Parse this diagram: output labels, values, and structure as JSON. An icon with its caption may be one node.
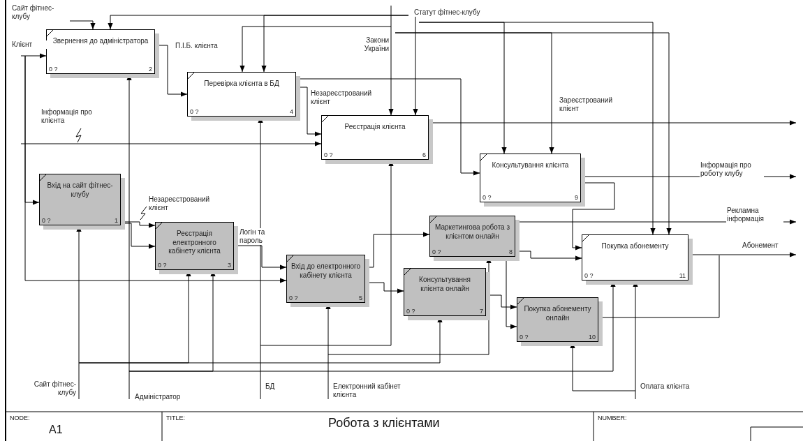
{
  "diagram": {
    "title": "Робота з клієнтами",
    "nodes": [
      {
        "text": [
          "Звернення до адміністратора",
          "0 ?",
          "2"
        ]
      },
      {
        "text": [
          "Перевірка клієнта в БД",
          "0 ?",
          "4"
        ]
      },
      {
        "text": [
          "Реєстрація клієнта",
          "0 ?",
          "6"
        ]
      },
      {
        "text": [
          "Вхід на сайт фітнес-клубу",
          "0 ?",
          "1"
        ]
      },
      {
        "text": [
          "Реєстрація електронного кабінету клієнта",
          "0 ?",
          "3"
        ]
      },
      {
        "text": [
          "Консультування клієнта",
          "0 ?",
          "9"
        ]
      },
      {
        "text": [
          "Маркетингова робота з клієнтом онлайн",
          "0 ?",
          "8"
        ]
      },
      {
        "text": [
          "Вхід до електронного кабінету клієнта",
          "0 ?",
          "5"
        ]
      },
      {
        "text": [
          "Консультування клієнта онлайн",
          "0 ?",
          "7"
        ]
      },
      {
        "text": [
          "Покупка абонементу",
          "0 ?",
          "11"
        ]
      },
      {
        "text": [
          "Покупка абонементу онлайн",
          "0 ?",
          "10"
        ]
      }
    ],
    "edges": [
      {
        "from": null,
        "to": 0,
        "arrow": "to",
        "label": "Клієнт"
      },
      {
        "from": null,
        "to": 3,
        "arrow": "to"
      },
      {
        "from": null,
        "to": 7,
        "arrow": "to"
      },
      {
        "from": null,
        "to": 0,
        "arrow": "to",
        "label": "Сайт фітнес-клубу"
      },
      {
        "from": null,
        "to": 0,
        "arrow": "to",
        "label": "Статут фітнес-клубу"
      },
      {
        "from": null,
        "to": 1,
        "arrow": "to"
      },
      {
        "from": null,
        "to": 2,
        "arrow": "to"
      },
      {
        "from": null,
        "to": 5,
        "arrow": "to"
      },
      {
        "from": null,
        "to": 9,
        "arrow": "to"
      },
      {
        "from": null,
        "to": 2,
        "arrow": "to",
        "label": "Закони України"
      },
      {
        "from": null,
        "to": 1,
        "arrow": "to"
      },
      {
        "from": null,
        "to": 5,
        "arrow": "to"
      },
      {
        "from": null,
        "to": 9,
        "arrow": "to"
      },
      {
        "from": 0,
        "to": 1,
        "arrow": "to",
        "label": "П.І.Б. клієнта"
      },
      {
        "from": 1,
        "to": 2,
        "arrow": "to",
        "label": "Незареєстрований клієнт"
      },
      {
        "from": 1,
        "to": 5,
        "arrow": "to"
      },
      {
        "from": 2,
        "to": null,
        "arrow": "to",
        "label": "Зареєстрований клієнт"
      },
      {
        "from": null,
        "to": 2,
        "arrow": "to",
        "label": "Інформація про клієнта"
      },
      {
        "from": 3,
        "to": 4,
        "arrow": "to",
        "label": "Незареєстрований клієнт"
      },
      {
        "from": 3,
        "to": 4,
        "arrow": "to"
      },
      {
        "from": 4,
        "to": 7,
        "arrow": "to",
        "label": "Логін та пароль"
      },
      {
        "from": 7,
        "to": 6,
        "arrow": "to"
      },
      {
        "from": 7,
        "to": 8,
        "arrow": "to"
      },
      {
        "from": 5,
        "to": 9,
        "arrow": "to"
      },
      {
        "from": 5,
        "to": null,
        "arrow": "to",
        "label": "Інформація про роботу клубу"
      },
      {
        "from": 6,
        "to": null,
        "arrow": "to",
        "label": "Рекламна інформація"
      },
      {
        "from": 6,
        "to": 9,
        "arrow": "to"
      },
      {
        "from": 9,
        "to": null,
        "arrow": "to",
        "label": "Абонемент"
      },
      {
        "from": 10,
        "to": null,
        "arrow": "none"
      },
      {
        "from": 8,
        "to": 10,
        "arrow": "to"
      },
      {
        "from": 6,
        "to": 10,
        "arrow": "to"
      },
      {
        "from": null,
        "to": 0,
        "arrow": "to",
        "label": "Адміністратор"
      },
      {
        "from": null,
        "to": 4,
        "arrow": "to"
      },
      {
        "from": null,
        "to": 9,
        "arrow": "to"
      },
      {
        "from": null,
        "to": 3,
        "arrow": "to",
        "label": "Сайт фітнес-клубу"
      },
      {
        "from": null,
        "to": 4,
        "arrow": "to"
      },
      {
        "from": null,
        "to": 8,
        "arrow": "to"
      },
      {
        "from": null,
        "to": 1,
        "arrow": "to",
        "label": "БД"
      },
      {
        "from": null,
        "to": 2,
        "arrow": "to"
      },
      {
        "from": null,
        "to": 7,
        "arrow": "to",
        "label": "Електронний кабінет клієнта"
      },
      {
        "from": null,
        "to": 6,
        "arrow": "to"
      },
      {
        "from": null,
        "to": 9,
        "arrow": "to",
        "label": "Оплата клієнта"
      },
      {
        "from": null,
        "to": 10,
        "arrow": "to"
      }
    ],
    "labels": [
      "NODE:",
      "A1",
      "TITLE:",
      "NUMBER:"
    ]
  }
}
